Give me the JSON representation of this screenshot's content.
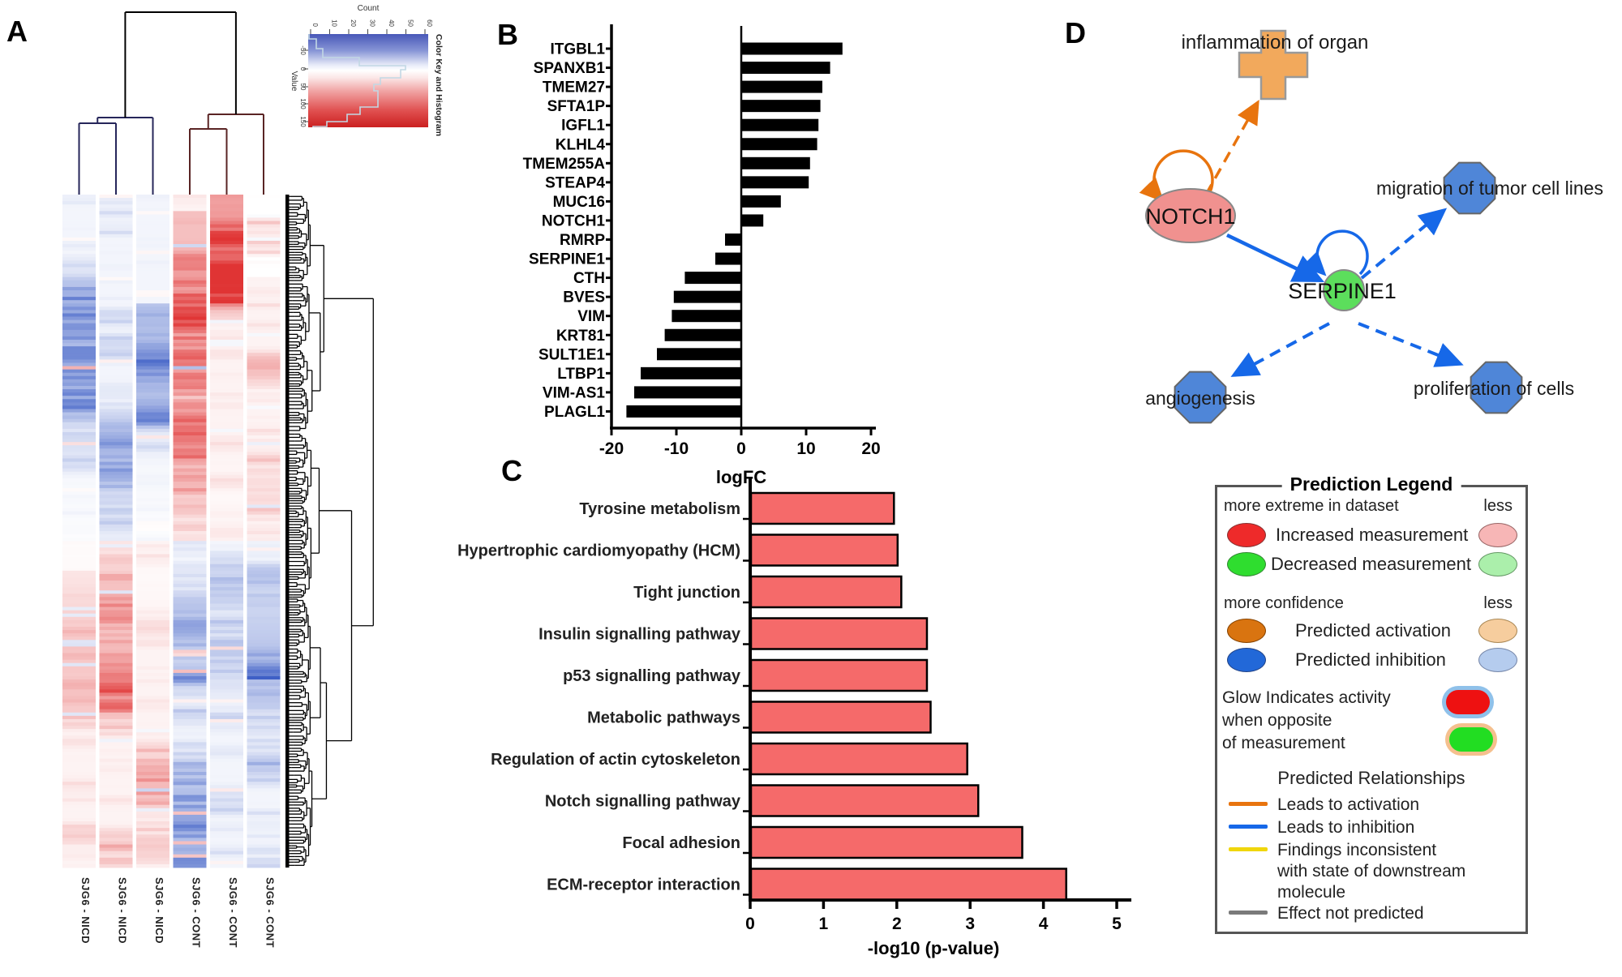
{
  "panels": {
    "a": {
      "label": "A"
    },
    "b": {
      "label": "B"
    },
    "c": {
      "label": "C"
    },
    "d": {
      "label": "D"
    }
  },
  "heatmap": {
    "color_key": {
      "title": "Count",
      "count_ticks": [
        "0",
        "10",
        "20",
        "30",
        "40",
        "50",
        "60"
      ],
      "value_label": "Value",
      "value_ticks": [
        "-50",
        "0",
        "50",
        "100",
        "150"
      ],
      "caption": "Color Key and Histogram"
    },
    "column_labels": [
      "SJG6 - NICD",
      "SJG6 - NICD",
      "SJG6 - NICD",
      "SJG6 - CONT",
      "SJG6 - CONT",
      "SJG6 - CONT"
    ],
    "colors": {
      "low": "#3E5FC6",
      "mid": "#FFFFFF",
      "high": "#E03434"
    }
  },
  "chart_data": [
    {
      "id": "logfc-bars",
      "type": "bar",
      "orientation": "horizontal",
      "xlabel": "logFC",
      "xlim": [
        -20,
        20
      ],
      "xticks": [
        "-20",
        "-10",
        "0",
        "10",
        "20"
      ],
      "categories": [
        "ITGBL1",
        "SPANXB1",
        "TMEM27",
        "SFTA1P",
        "IGFL1",
        "KLHL4",
        "TMEM255A",
        "STEAP4",
        "MUC16",
        "NOTCH1",
        "RMRP",
        "SERPINE1",
        "CTH",
        "BVES",
        "VIM",
        "KRT81",
        "SULT1E1",
        "LTBP1",
        "VIM-AS1",
        "PLAGL1"
      ],
      "values": [
        15.6,
        13.7,
        12.5,
        12.2,
        11.9,
        11.7,
        10.6,
        10.4,
        6.1,
        3.4,
        -2.5,
        -4.0,
        -8.7,
        -10.4,
        -10.7,
        -11.8,
        -13.0,
        -15.5,
        -16.5,
        -17.7
      ],
      "bar_color": "#000000"
    },
    {
      "id": "pathway-bars",
      "type": "bar",
      "orientation": "horizontal",
      "xlabel": "-log10 (p-value)",
      "xlim": [
        0,
        5
      ],
      "xticks": [
        "0",
        "1",
        "2",
        "3",
        "4",
        "5"
      ],
      "categories": [
        "Tyrosine metabolism",
        "Hypertrophic cardiomyopathy (HCM)",
        "Tight junction",
        "Insulin signalling pathway",
        "p53 signalling pathway",
        "Metabolic pathways",
        "Regulation of actin cytoskeleton",
        "Notch signalling pathway",
        "Focal adhesion",
        "ECM-receptor interaction"
      ],
      "values": [
        1.95,
        2.0,
        2.05,
        2.4,
        2.4,
        2.45,
        2.95,
        3.1,
        3.7,
        4.3
      ],
      "bar_color": "#F56A6A"
    }
  ],
  "network": {
    "nodes": [
      {
        "id": "inflammation",
        "label": "inflammation of organ",
        "shape": "cross",
        "fill": "#F2A95C"
      },
      {
        "id": "notch1",
        "label": "NOTCH1",
        "shape": "ellipse",
        "fill": "#F0918F"
      },
      {
        "id": "serpine1",
        "label": "SERPINE1",
        "shape": "ellipse",
        "fill": "#5CDE5C"
      },
      {
        "id": "migration",
        "label": "migration of tumor cell lines",
        "shape": "octagon",
        "fill": "#4F86D8"
      },
      {
        "id": "angiogenesis",
        "label": "angiogenesis",
        "shape": "octagon",
        "fill": "#4F86D8"
      },
      {
        "id": "proliferation",
        "label": "proliferation of cells",
        "shape": "octagon",
        "fill": "#4F86D8"
      }
    ],
    "edge_colors": {
      "activation": "#E8740E",
      "inhibition": "#1668E8"
    }
  },
  "legend": {
    "title": "Prediction Legend",
    "more_extreme": "more extreme in dataset",
    "less1": "less",
    "increased": "Increased measurement",
    "decreased": "Decreased measurement",
    "more_confidence": "more confidence",
    "less2": "less",
    "activation": "Predicted activation",
    "inhibition": "Predicted inhibition",
    "glow_line1": "Glow Indicates activity",
    "glow_line2": "when opposite",
    "glow_line3": "of measurement",
    "relationships_title": "Predicted Relationships",
    "rel_activation": "Leads to activation",
    "rel_inhibition": "Leads to inhibition",
    "rel_inconsistent1": "Findings inconsistent",
    "rel_inconsistent2": "with state of downstream",
    "rel_inconsistent3": "molecule",
    "rel_not_predicted": "Effect not predicted",
    "colors": {
      "red": "#EE2A2A",
      "pink": "#F7B6B6",
      "green": "#2FDD2F",
      "light_green": "#ABEFAB",
      "orange": "#D97410",
      "light_orange": "#F6CD9E",
      "blue": "#2268D8",
      "light_blue": "#B5CCEE",
      "yellow": "#F0D60C",
      "gray": "#7A7A7A"
    }
  }
}
